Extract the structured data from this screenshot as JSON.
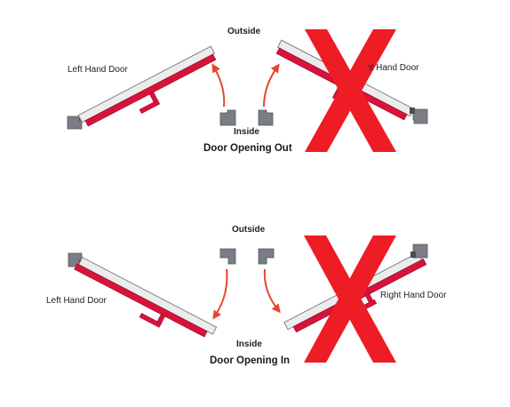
{
  "colors": {
    "door_red": "#d9123c",
    "door_white": "#ececec",
    "door_outline": "#777777",
    "hinge_gray": "#7a7c86",
    "arrow_red": "#e8452e",
    "cross_red": "#ee1c25"
  },
  "diagrams": [
    {
      "heading": "Door Opening Out",
      "outside_label": "Outside",
      "inside_label": "Inside",
      "left_door_label": "Left Hand Door",
      "right_door_label": "Right Hand Door",
      "rejected_side": "right",
      "mark_icon": "x-cross-icon"
    },
    {
      "heading": "Door Opening In",
      "outside_label": "Outside",
      "inside_label": "Inside",
      "left_door_label": "Left Hand Door",
      "right_door_label": "Right Hand Door",
      "rejected_side": "right",
      "mark_icon": "x-cross-icon"
    }
  ]
}
